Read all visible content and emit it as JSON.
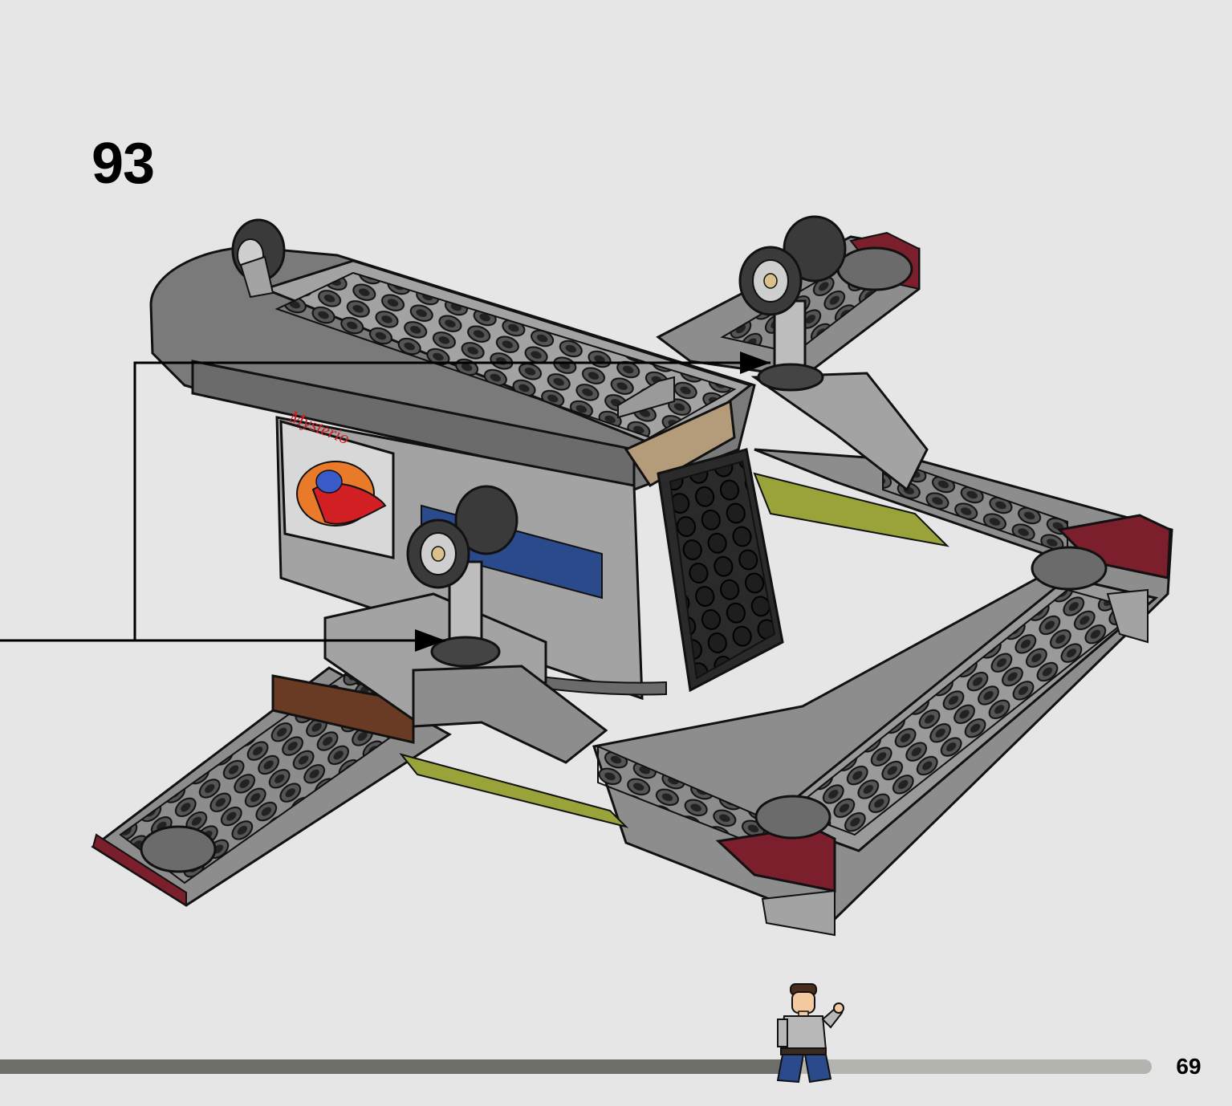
{
  "step": {
    "number": "93"
  },
  "page": {
    "number": "69"
  },
  "progress": {
    "fraction": 0.69
  },
  "decal": {
    "script_text": "Mysterio"
  },
  "icons": {
    "model": "lego-vehicle-build-illustration",
    "arrow": "placement-arrow",
    "minifig": "progress-minifigure"
  },
  "colors": {
    "background": "#e6e6e6",
    "progress_fill": "#6e6e6a",
    "progress_track": "#b5b3b0",
    "dark_red": "#7a1f2b",
    "gray": "#a3a3a3",
    "dark_gray": "#6b6b6b",
    "olive": "#9aa33a",
    "blue": "#2a4a8c"
  }
}
